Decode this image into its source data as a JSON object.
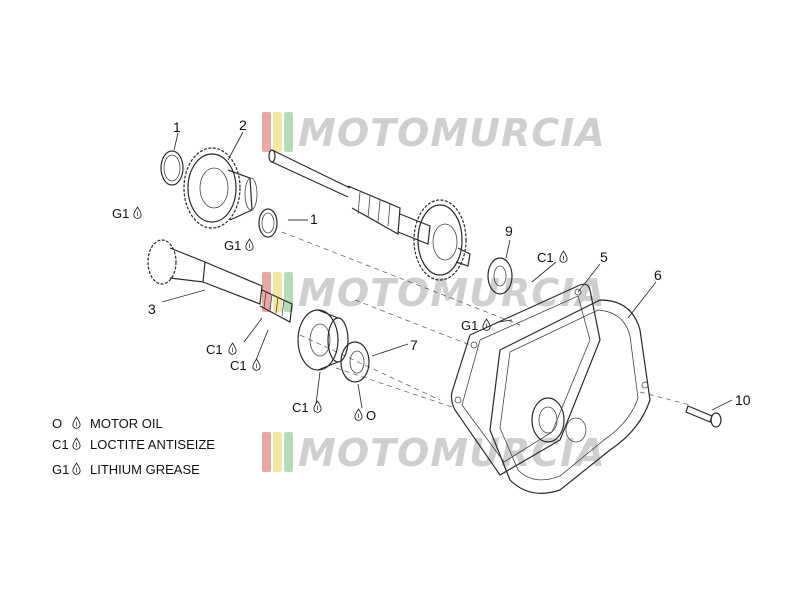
{
  "watermark": {
    "text": "MOTOMURCIA",
    "stripe_colors": [
      "#e8a8a8",
      "#f3e6a0",
      "#b5dcb5"
    ]
  },
  "callouts": [
    {
      "id": "1a",
      "text": "1"
    },
    {
      "id": "2",
      "text": "2"
    },
    {
      "id": "1b",
      "text": "1"
    },
    {
      "id": "3",
      "text": "3"
    },
    {
      "id": "5",
      "text": "5"
    },
    {
      "id": "6",
      "text": "6"
    },
    {
      "id": "7",
      "text": "7"
    },
    {
      "id": "9",
      "text": "9"
    },
    {
      "id": "10",
      "text": "10"
    }
  ],
  "lube_marks": [
    {
      "id": "g1a",
      "code": "G1"
    },
    {
      "id": "g1b",
      "code": "G1"
    },
    {
      "id": "c1a",
      "code": "C1"
    },
    {
      "id": "g1c",
      "code": "G1"
    },
    {
      "id": "c1b",
      "code": "C1"
    },
    {
      "id": "c1c",
      "code": "C1"
    },
    {
      "id": "c1d",
      "code": "C1"
    },
    {
      "id": "o1",
      "code": "O"
    }
  ],
  "legend": [
    {
      "code": "O",
      "label": "MOTOR OIL"
    },
    {
      "code": "C1",
      "label": "LOCTITE ANTISEIZE"
    },
    {
      "code": "G1",
      "label": "LITHIUM GREASE"
    }
  ]
}
